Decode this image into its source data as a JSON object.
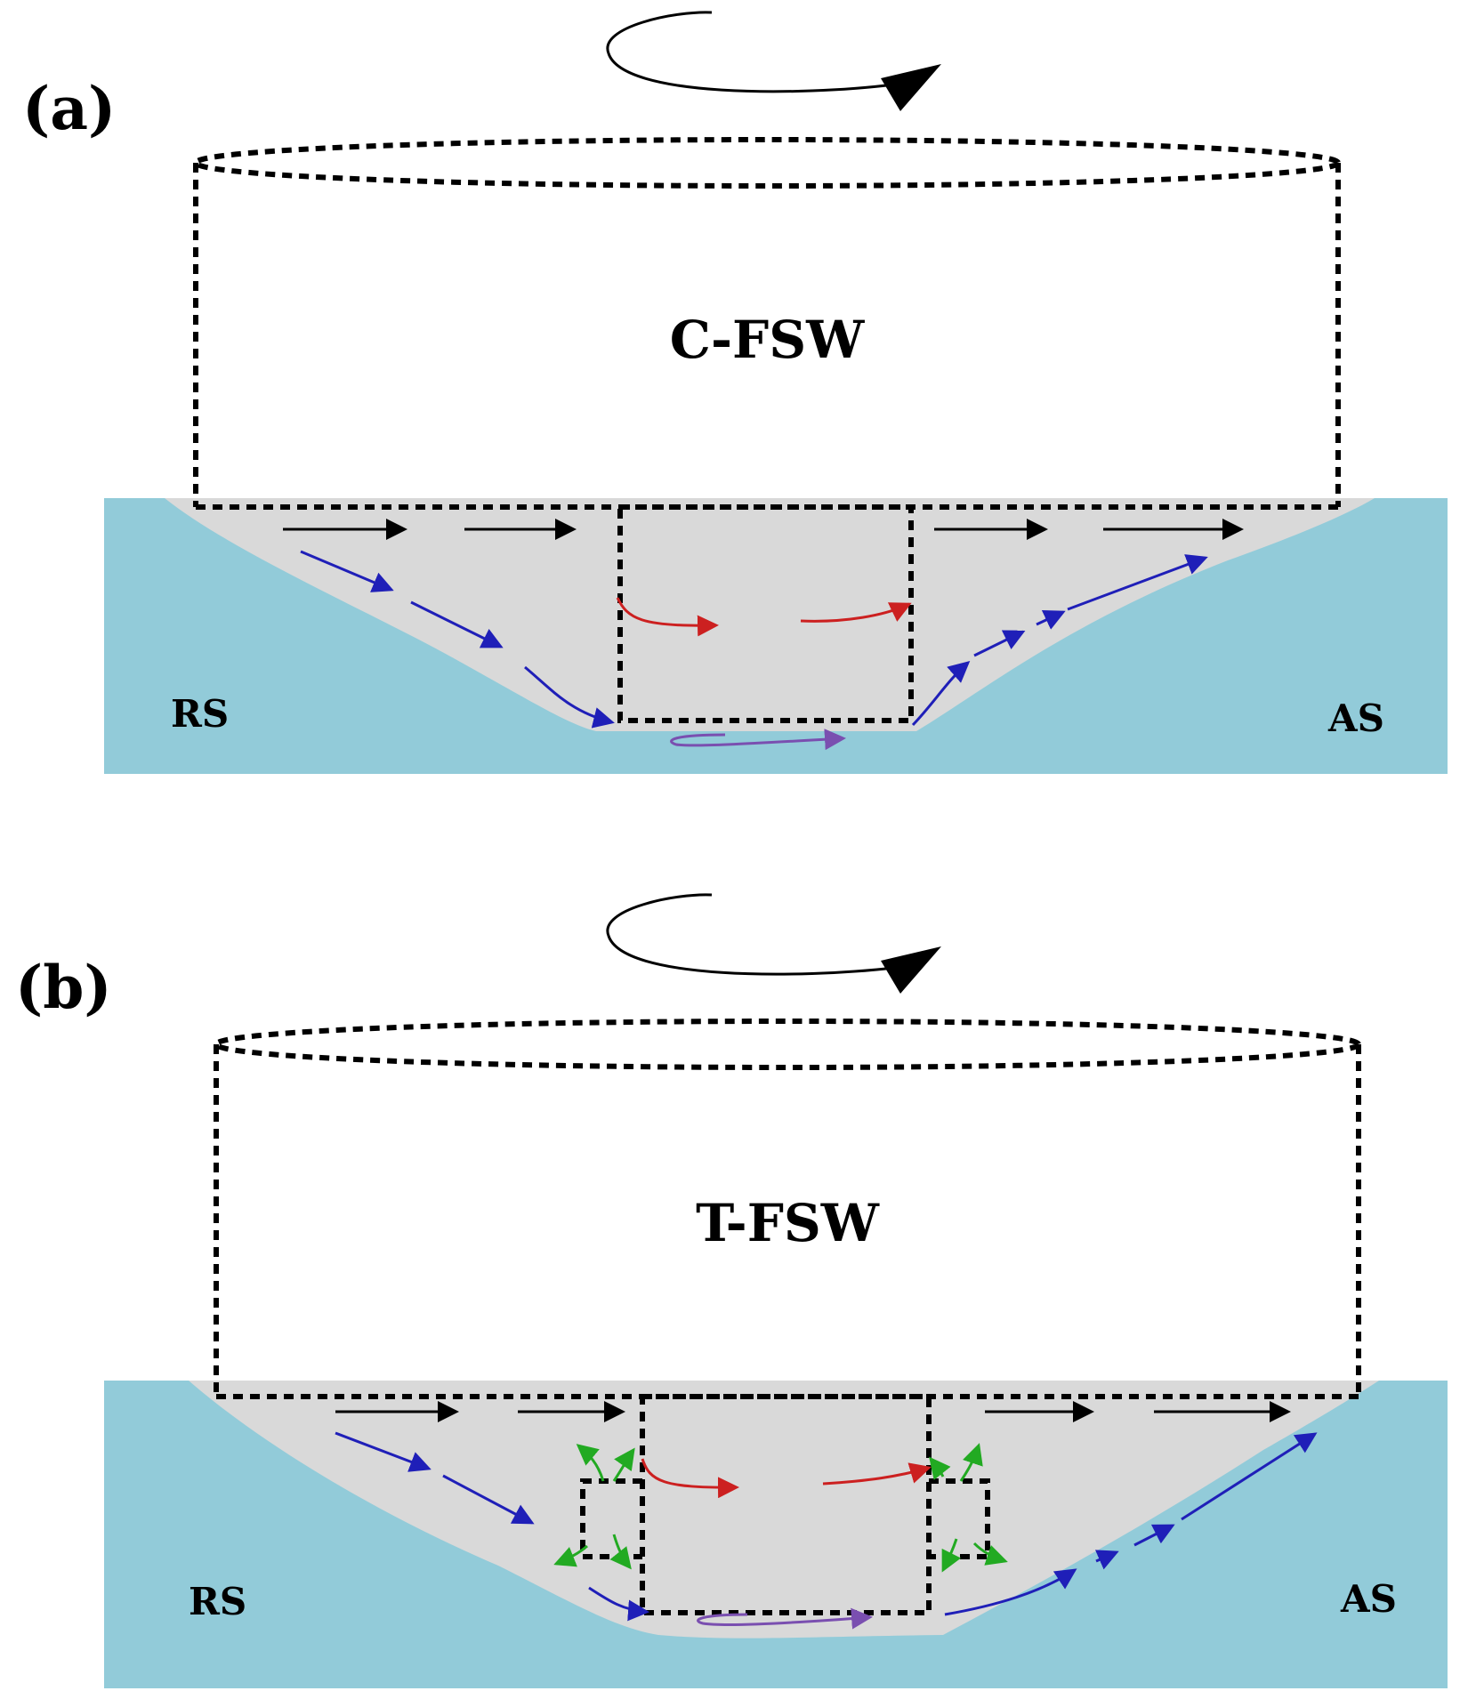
{
  "panels": [
    {
      "id": "a",
      "label": "(a)",
      "tool_label": "C-FSW",
      "left_side_label": "RS",
      "right_side_label": "AS"
    },
    {
      "id": "b",
      "label": "(b)",
      "tool_label": "T-FSW",
      "left_side_label": "RS",
      "right_side_label": "AS"
    }
  ],
  "colors": {
    "workpiece": "#92cbd9",
    "stir_zone": "#d9d9d9",
    "shoulder_flow": "#000000",
    "side_flow": "#1f1fb8",
    "pin_flow": "#cc2020",
    "bottom_flow": "#7a4fb0",
    "thread_flow": "#22aa22"
  },
  "icons": [
    "rotation-arrow-icon"
  ]
}
